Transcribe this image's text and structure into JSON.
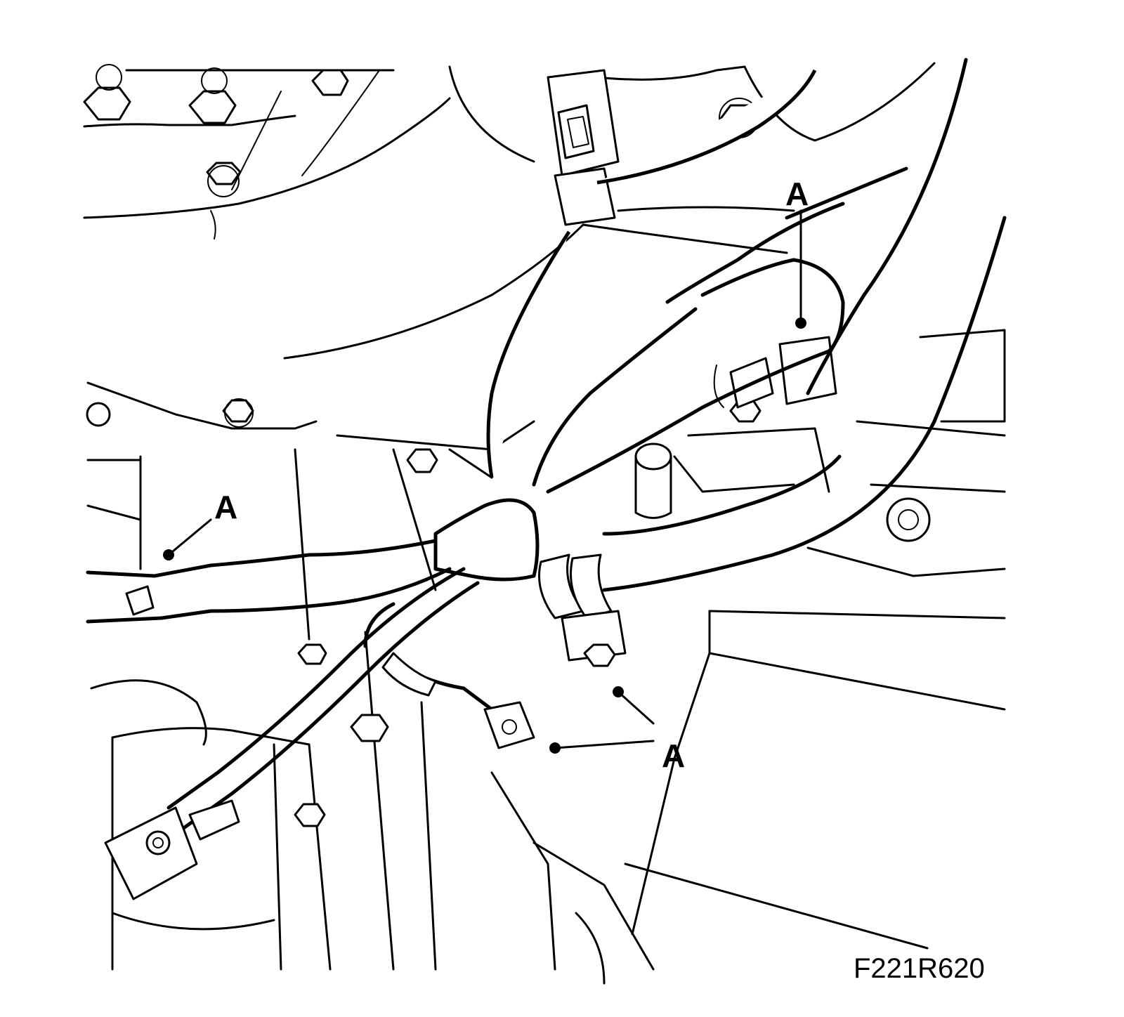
{
  "callouts": [
    {
      "label": "A"
    },
    {
      "label": "A"
    },
    {
      "label": "A"
    }
  ],
  "figure_code": "F221R620",
  "colors": {
    "line": "#000000",
    "background": "#ffffff"
  }
}
